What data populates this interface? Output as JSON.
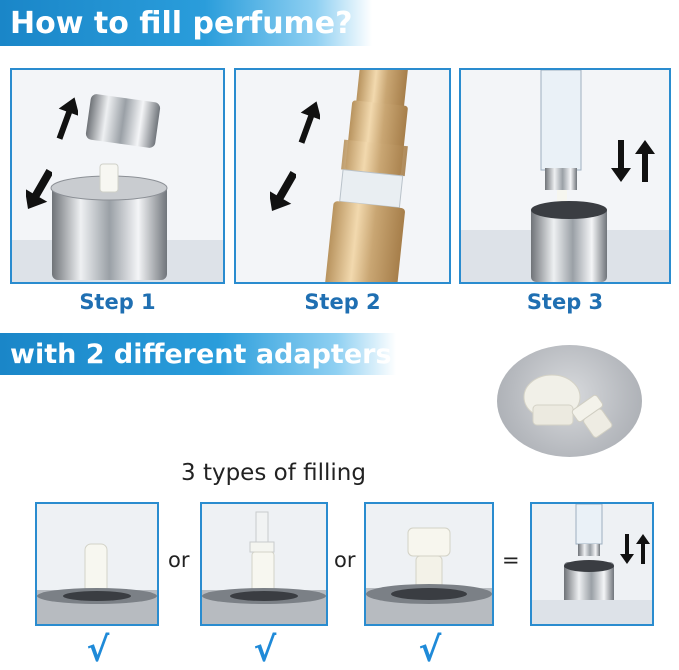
{
  "title_top": "How to fill perfume?",
  "title_mid": "with 2 different adapters",
  "steps": [
    {
      "label": "Step 1"
    },
    {
      "label": "Step 2"
    },
    {
      "label": "Step 3"
    }
  ],
  "types_label": "3 types of filling",
  "connectors": {
    "or1": "or",
    "or2": "or",
    "eq": "="
  },
  "checks": [
    "√",
    "√",
    "√"
  ],
  "colors": {
    "accent": "#1f8ad8",
    "banner": "#1a86c8",
    "step_text": "#1f6fb2",
    "border": "#2a8ccf"
  },
  "icons": [
    "arrow-up-icon",
    "arrow-down-icon",
    "arrow-updown-icon",
    "check-icon"
  ]
}
